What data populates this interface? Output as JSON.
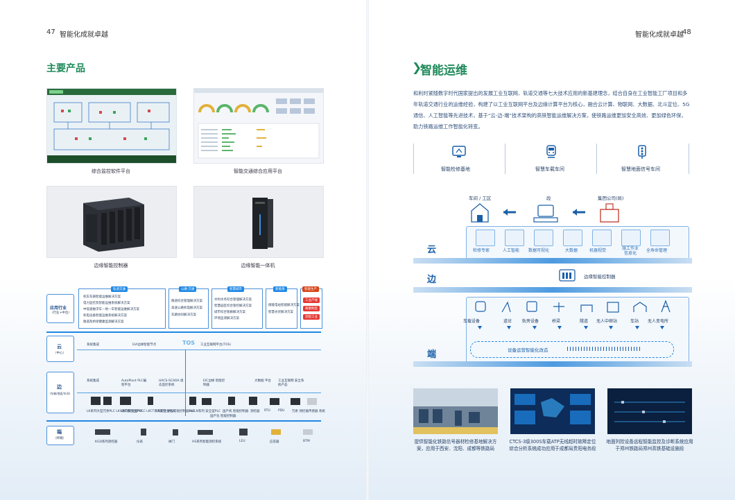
{
  "left_page": {
    "page_number": "47",
    "header": "智能化成就卓越",
    "section_title": "主要产品",
    "products": [
      {
        "caption": "综合监控软件平台"
      },
      {
        "caption": "智能交通综合应用平台"
      },
      {
        "caption": "边缘智能控制器"
      },
      {
        "caption": "边缘智能一体机"
      }
    ],
    "diagram": {
      "app_layer": "应用行业",
      "app_layer_sub": "（行业+中台）",
      "cloud": "云",
      "cloud_sub": "（中心）",
      "edge": "边",
      "edge_sub": "（车端/地面/车间）",
      "end": "端",
      "end_sub": "（终端）",
      "groups": [
        {
          "head": "轨道交通",
          "lines": [
            "机车车辆智能运维解决方案",
            "电力监控及智能运维系统解决方案",
            "中低速磁浮车—地—车智能运维解决方案",
            "机电设备智能运维系统解决方案",
            "隧道及桥梁健康监测解决方案"
          ]
        },
        {
          "head": "公路·交通",
          "lines": [
            "隧道综合管理解决方案",
            "高速公路机电解决方案",
            "车路协同解决方案"
          ]
        },
        {
          "head": "智慧城市",
          "lines": [
            "水利水务综合管理解决方案",
            "智慧园区综合管控解决方案",
            "城市综合管廊解决方案",
            "环境监测解决方案"
          ]
        },
        {
          "head": "新能源",
          "lines": [
            "储能电站智能解决方案",
            "智慧光伏解决方案"
          ]
        },
        {
          "head": "智能生产",
          "lines": [
            "工业产线",
            "离散制造",
            "流程工业"
          ]
        }
      ],
      "cloud_items": [
        "系统集成",
        "EIA边缘智能节点",
        "TOS",
        "工业互联网平台(TOS)"
      ],
      "edge_items": [
        "系统集成",
        "AutoPlant PLC编程平台",
        "HACS-SCADA 组态监控系统",
        "EIC边缘 智能控制器",
        "大数据 平台",
        "工业互联网 安全系统产品"
      ],
      "edge_devices": [
        "LK系列大型冗余PLC LKS系列安全型PLC",
        "LKC系列国产PLC LKCT系列安全型PLC",
        "LK系列 中型智能控制器PLC",
        "LK/LN系列 安全型PLC",
        "国产机 智能控制器",
        "国产化 智能控制器",
        "测控器",
        "RTU",
        "PDU",
        "冗余 测控器",
        "传感器 系统"
      ],
      "end_items": [
        "KGD系列测控器",
        "仪表",
        "阀门",
        "HS系列智能测控系统",
        "LEU",
        "应答器",
        "BTM"
      ]
    }
  },
  "right_page": {
    "page_number": "48",
    "header": "智能化成就卓越",
    "section_title": "智能运维",
    "paragraph": "和利时紧随数字时代国家提出的发展工业互联网、轨道交通等七大技术应用的新基建理念，结合自身在工业智能工厂项目和多年轨道交通行业的运维经验，构建了以工业互联网平台及边缘计算平台为核心，融合云计算、物联网、大数据、北斗定位、5G通信、人工智能等先进技术，基于“云-边-端”技术架构的高铁智能运维解决方案，使铁路运维更加安全高效、更加绿色环保，助力铁路运维工作智能化转变。",
    "bases": [
      {
        "icon": "maintenance-base-icon",
        "label": "智能检修基地"
      },
      {
        "icon": "train-depot-icon",
        "label": "智慧车载车间"
      },
      {
        "icon": "signal-workshop-icon",
        "label": "智慧地面信号车间"
      }
    ],
    "hierarchy": {
      "workshop": "车间 / 工区",
      "section": "段",
      "group": "集团公司(局)"
    },
    "cloud_label": "云",
    "edge_label": "边",
    "end_label": "端",
    "cloud_modules": [
      "检修专家",
      "人工智能",
      "数据可视化",
      "大数据",
      "机器视觉",
      "施工作业 信息化",
      "全寿命管理"
    ],
    "edge_controller": "边缘智能控制器",
    "end_devices": [
      "车载设备",
      "道岔",
      "轨旁设备",
      "桥梁",
      "隧道",
      "无人中继站",
      "车站",
      "无人变电所"
    ],
    "end_bus": "设备运营智能化改造",
    "photos": [
      {
        "caption": "提供智能化铁路信号器材检修基地解决方案，应用于西安、沈阳、成都等铁路局"
      },
      {
        "caption": "CTCS-3级300S车载ATP无线超时故障定位综合分析系统成功应用于成都局贵阳电务段"
      },
      {
        "caption": "地面列控设备远程智能监控及诊断系统应用于郑州铁路局郑州高铁基础设施段"
      }
    ]
  }
}
